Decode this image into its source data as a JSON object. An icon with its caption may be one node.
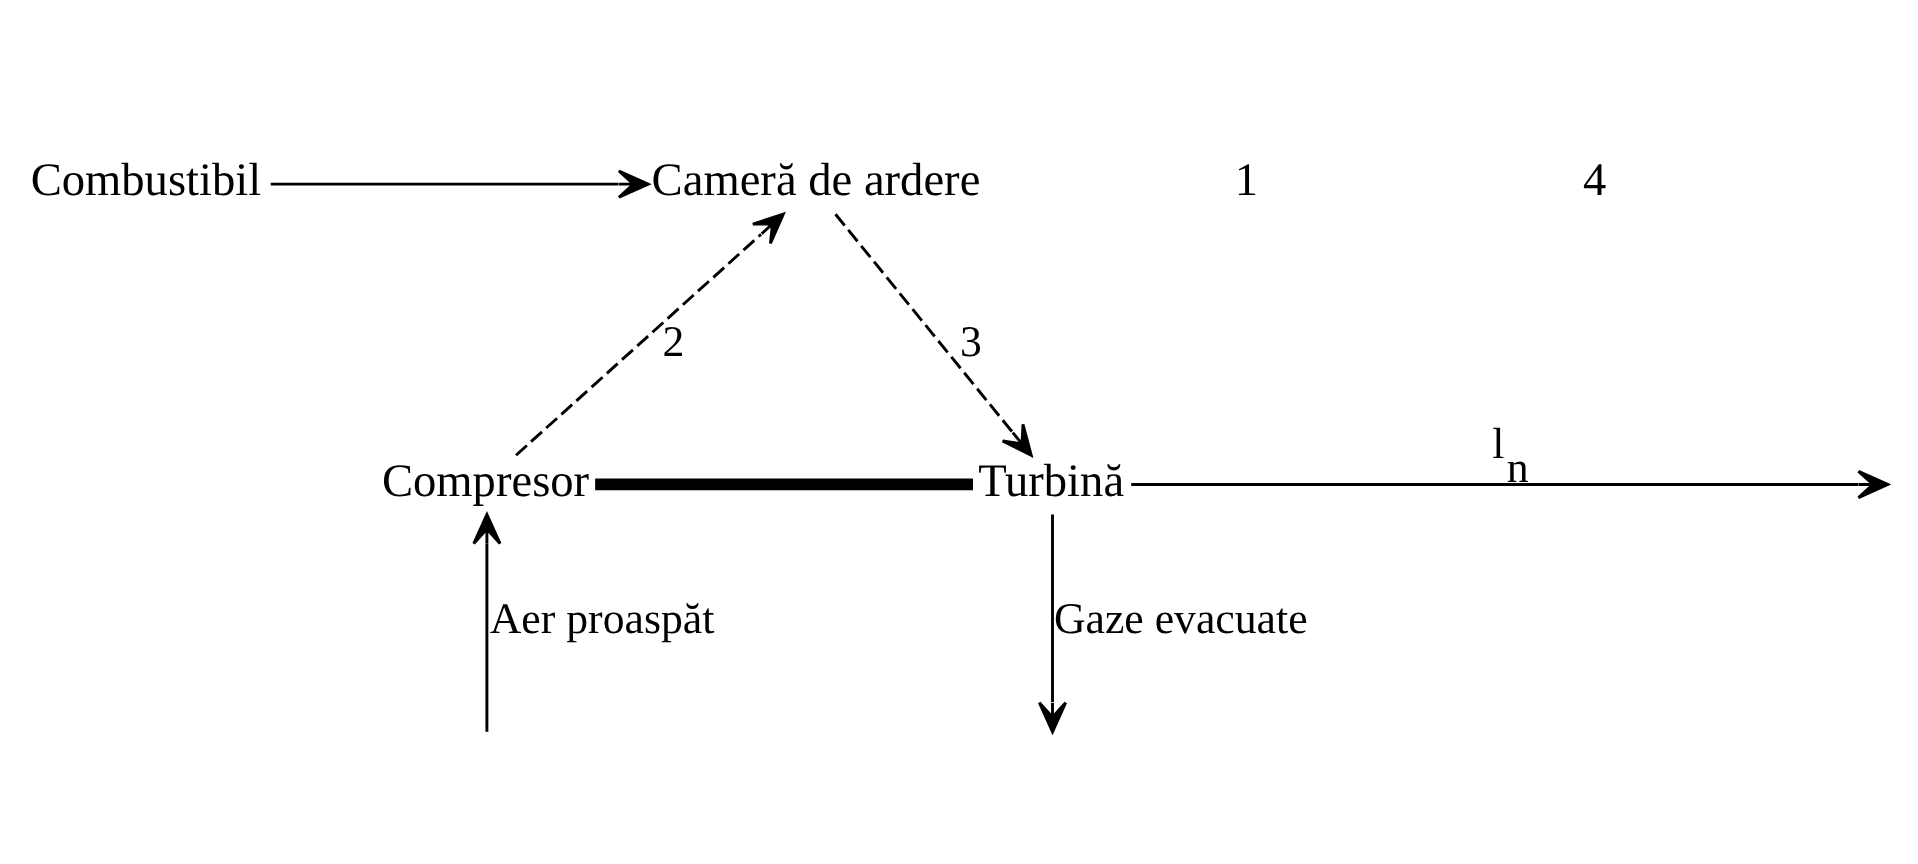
{
  "diagram": {
    "nodes": [
      {
        "text": [
          "Combustibil"
        ]
      },
      {
        "text": [
          "Cameră de ardere"
        ]
      },
      {
        "text": [
          "Compresor"
        ]
      },
      {
        "text": [
          "Turbină"
        ]
      }
    ],
    "edges": [
      {
        "from": 0,
        "to": 1,
        "arrow": "to"
      },
      {
        "from": 2,
        "to": 1,
        "arrow": "to",
        "label": "2",
        "style": "dashed"
      },
      {
        "from": 1,
        "to": 3,
        "arrow": "to",
        "label": "3",
        "style": "dashed"
      },
      {
        "from": 2,
        "to": 3,
        "arrow": "none",
        "style": "thick"
      },
      {
        "from": null,
        "to": 2,
        "arrow": "to",
        "label": "Aer proaspăt"
      },
      {
        "from": 3,
        "to": null,
        "arrow": "to",
        "label": "l$_{n}$"
      },
      {
        "from": 3,
        "to": null,
        "arrow": "to",
        "label": "Gaze evacuate"
      }
    ],
    "labels": [
      "1",
      "4"
    ]
  }
}
